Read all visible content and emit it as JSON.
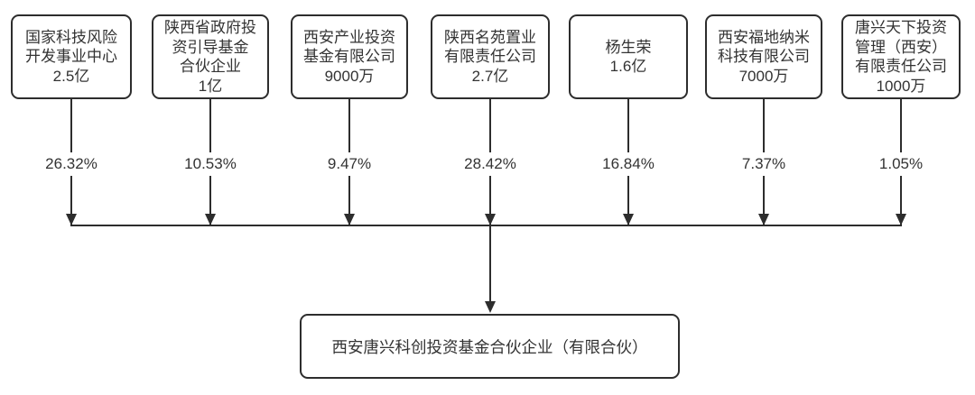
{
  "colors": {
    "border": "#2d2d2d",
    "line": "#2d2d2d",
    "text": "#333333",
    "bg": "#ffffff"
  },
  "investors": [
    {
      "name": "国家科技风险开发事业中心",
      "amount": "2.5亿",
      "percent": "26.32%",
      "lines": [
        "国家科技风险",
        "开发事业中心",
        "2.5亿"
      ]
    },
    {
      "name": "陕西省政府投资引导基金合伙企业",
      "amount": "1亿",
      "percent": "10.53%",
      "lines": [
        "陕西省政府投",
        "资引导基金",
        "合伙企业",
        "1亿"
      ]
    },
    {
      "name": "西安产业投资基金有限公司",
      "amount": "9000万",
      "percent": "9.47%",
      "lines": [
        "西安产业投资",
        "基金有限公司",
        "9000万"
      ]
    },
    {
      "name": "陕西名苑置业有限责任公司",
      "amount": "2.7亿",
      "percent": "28.42%",
      "lines": [
        "陕西名苑置业",
        "有限责任公司",
        "2.7亿"
      ]
    },
    {
      "name": "杨生荣",
      "amount": "1.6亿",
      "percent": "16.84%",
      "lines": [
        "杨生荣",
        "1.6亿"
      ]
    },
    {
      "name": "西安福地纳米科技有限公司",
      "amount": "7000万",
      "percent": "7.37%",
      "lines": [
        "西安福地纳米",
        "科技有限公司",
        "7000万"
      ]
    },
    {
      "name": "唐兴天下投资管理（西安）有限责任公司",
      "amount": "1000万",
      "percent": "1.05%",
      "lines": [
        "唐兴天下投资",
        "管理（西安）",
        "有限责任公司",
        "1000万"
      ]
    }
  ],
  "target": {
    "name": "西安唐兴科创投资基金合伙企业（有限合伙）"
  }
}
